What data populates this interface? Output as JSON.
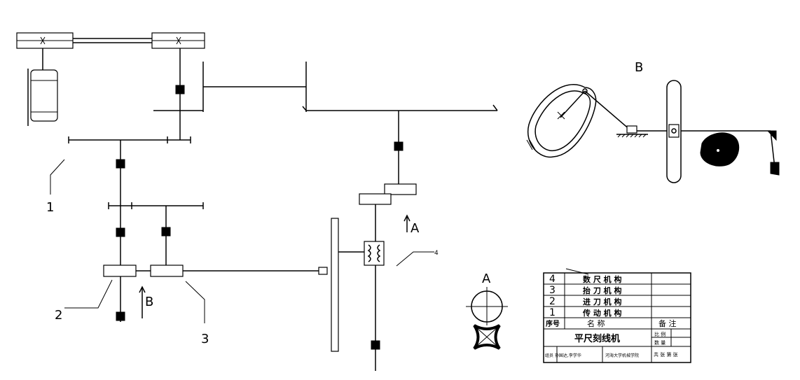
{
  "labels": {
    "view_b": "B",
    "view_a": "A",
    "arrow_a": "A",
    "arrow_b": "B",
    "part_1": "1",
    "part_2": "2",
    "part_3": "3",
    "part_4": "4"
  },
  "title_block": {
    "rows": [
      {
        "no": "4",
        "name": "数 尺 机 构",
        "note": ""
      },
      {
        "no": "3",
        "name": "抬 刀 机 构",
        "note": ""
      },
      {
        "no": "2",
        "name": "进 刀 机 构",
        "note": ""
      },
      {
        "no": "1",
        "name": "传 动 机 构",
        "note": ""
      }
    ],
    "header_no": "序号",
    "header_name": "名       称",
    "header_note": "备    注",
    "drawing_title": "平尺刻线机",
    "cell_scale": "比 例",
    "cell_qty": "数 量",
    "cell_sheet": "共 张 第 张",
    "designers": "组员 孙国达,李学华",
    "school": "河海大学机械学院"
  }
}
